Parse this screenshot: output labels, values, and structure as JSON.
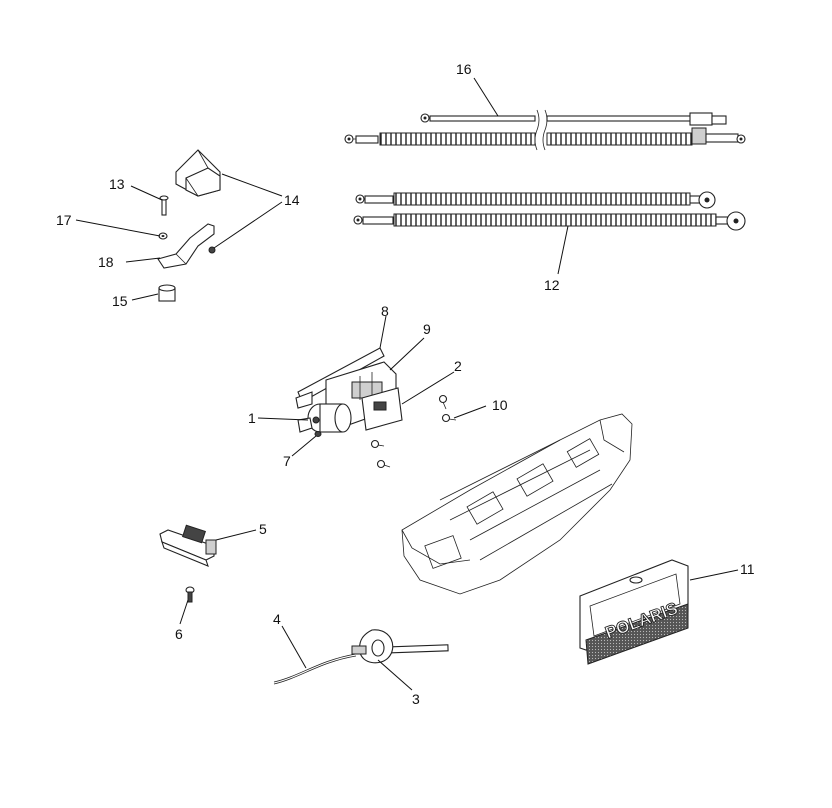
{
  "callouts": [
    {
      "id": "1",
      "text": "1"
    },
    {
      "id": "2",
      "text": "2"
    },
    {
      "id": "3",
      "text": "3"
    },
    {
      "id": "4",
      "text": "4"
    },
    {
      "id": "5",
      "text": "5"
    },
    {
      "id": "6",
      "text": "6"
    },
    {
      "id": "7",
      "text": "7"
    },
    {
      "id": "8",
      "text": "8"
    },
    {
      "id": "9",
      "text": "9"
    },
    {
      "id": "10",
      "text": "10"
    },
    {
      "id": "11",
      "text": "11"
    },
    {
      "id": "12",
      "text": "12"
    },
    {
      "id": "13",
      "text": "13"
    },
    {
      "id": "14",
      "text": "14"
    },
    {
      "id": "15",
      "text": "15"
    },
    {
      "id": "16",
      "text": "16"
    },
    {
      "id": "17",
      "text": "17"
    },
    {
      "id": "18",
      "text": "18"
    }
  ],
  "brand_plate": {
    "logo_text": "POLARIS"
  },
  "colors": {
    "ink": "#111111",
    "background": "#ffffff"
  }
}
